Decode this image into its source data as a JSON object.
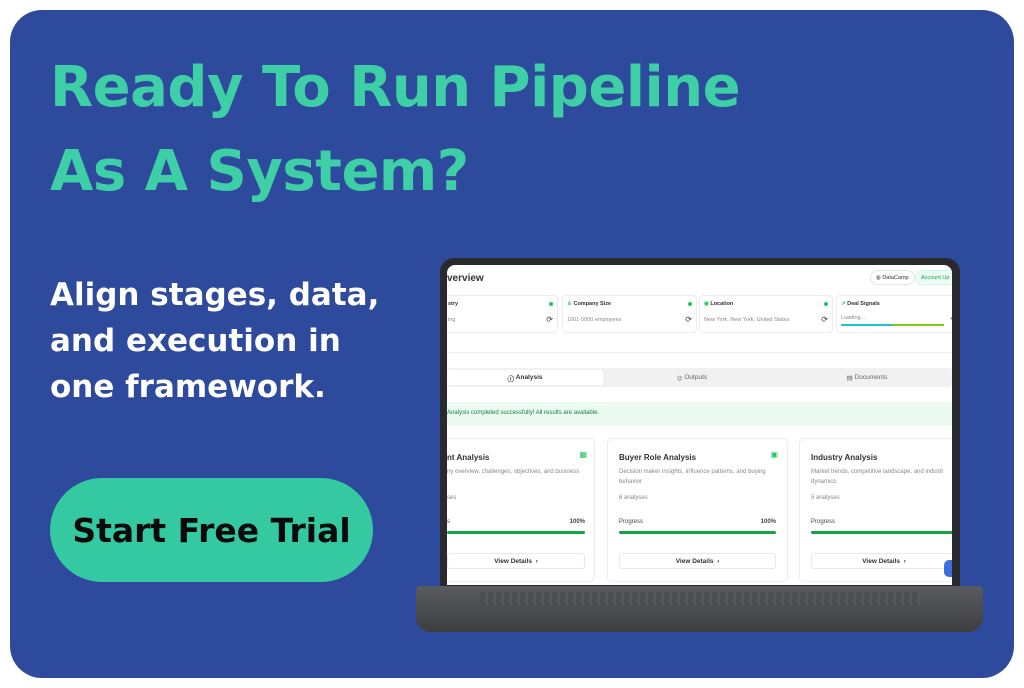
{
  "headline": {
    "line1": "Ready To Run Pipeline",
    "line2": "As A System?"
  },
  "subtext": {
    "line1": "Align stages, data,",
    "line2": "and execution in",
    "line3": "one framework."
  },
  "cta": {
    "label": "Start Free Trial"
  },
  "colors": {
    "background": "#2d4a9c",
    "accent": "#3ecfa6",
    "success": "#16a34a"
  },
  "screen": {
    "title": "verview",
    "header_buttons": {
      "datacamp": "DataCamp",
      "account": "Account Up"
    },
    "info_cards": [
      {
        "label": "stry",
        "value": "ing"
      },
      {
        "label": "Company Size",
        "value": "1001-5000 employees"
      },
      {
        "label": "Location",
        "value": "New York, New York, United States"
      },
      {
        "label": "Deal Signals",
        "value": "Loading..."
      }
    ],
    "tabs": [
      {
        "label": "Analysis",
        "active": true
      },
      {
        "label": "Outputs"
      },
      {
        "label": "Documents"
      }
    ],
    "success_message": "Analysis completed successfully! All results are available.",
    "analysis_cards": [
      {
        "title": "nt Analysis",
        "desc": "ny overview, challenges, objectives, and business",
        "count": "ses",
        "progress_label": "s",
        "progress_value": "100%",
        "progress": 100,
        "button": "View Details"
      },
      {
        "title": "Buyer Role Analysis",
        "desc": "Decision maker insights, influence patterns, and buying behavior",
        "count": "6 analyses",
        "progress_label": "Progress",
        "progress_value": "100%",
        "progress": 100,
        "button": "View Details"
      },
      {
        "title": "Industry Analysis",
        "desc": "Market trends, competitive landscape, and industr dynamics",
        "count": "5 analyses",
        "progress_label": "Progress",
        "progress": 100,
        "button": "View Details"
      }
    ]
  }
}
